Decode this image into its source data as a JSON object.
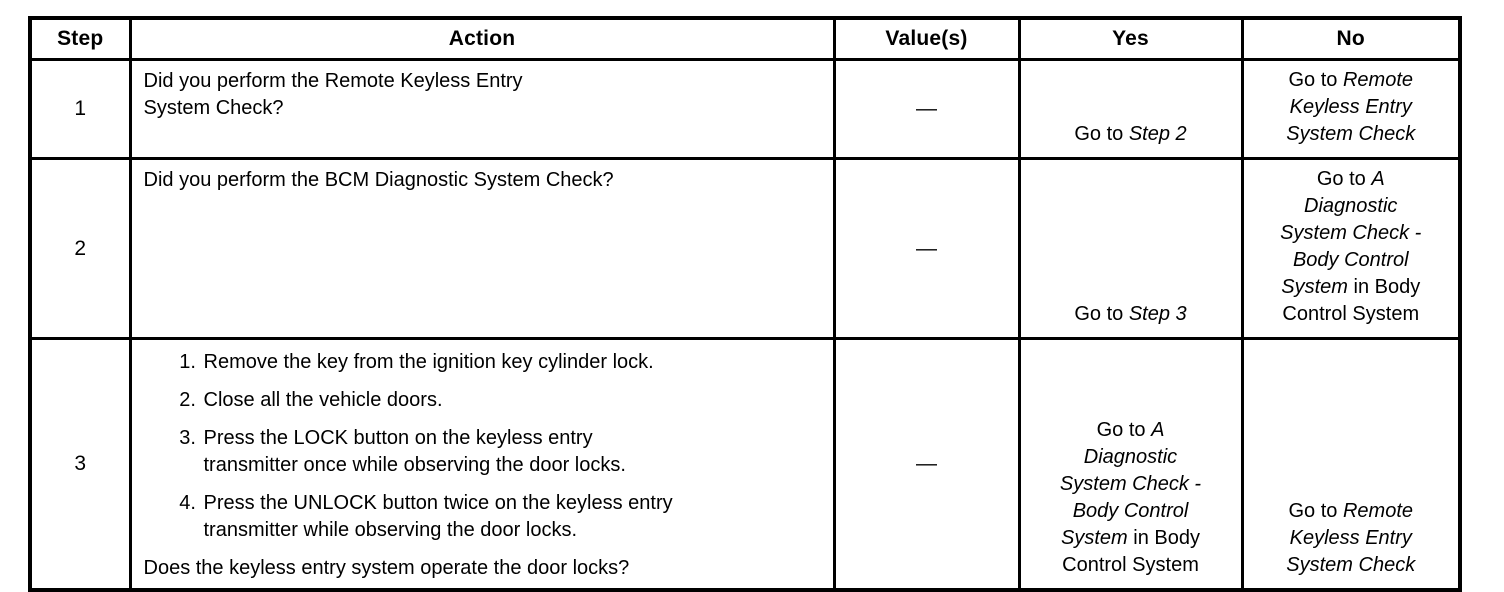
{
  "table": {
    "headers": {
      "step": "Step",
      "action": "Action",
      "values": "Value(s)",
      "yes": "Yes",
      "no": "No"
    },
    "rows": [
      {
        "step": "1",
        "action": "Did you perform the Remote Keyless Entry\nSystem Check?",
        "value": "—",
        "yes": {
          "prefix": "Go to ",
          "italic": "Step 2"
        },
        "no": {
          "prefix": "Go to ",
          "italic": "Remote\nKeyless Entry\nSystem Check"
        }
      },
      {
        "step": "2",
        "action": "Did you perform the BCM Diagnostic System Check?",
        "value": "—",
        "yes": {
          "prefix": "Go to ",
          "italic": "Step 3"
        },
        "no": {
          "prefix": "Go to ",
          "italic": "A\nDiagnostic\nSystem Check -\nBody Control\nSystem",
          "suffix": " in Body\nControl System"
        }
      },
      {
        "step": "3",
        "action_list": [
          "Remove the key from the ignition key cylinder lock.",
          "Close all the vehicle doors.",
          "Press the LOCK button on the keyless entry\ntransmitter once while observing the door locks.",
          "Press the UNLOCK button twice on the keyless entry\ntransmitter while observing the door locks."
        ],
        "action_question": "Does the keyless entry system operate the door locks?",
        "value": "—",
        "yes": {
          "prefix": "Go to ",
          "italic": "A\nDiagnostic\nSystem Check -\nBody Control\nSystem",
          "suffix": " in Body\nControl System"
        },
        "no": {
          "prefix": "Go to ",
          "italic": "Remote\nKeyless Entry\nSystem Check"
        }
      }
    ]
  },
  "colors": {
    "text": "#000000",
    "border": "#000000",
    "background": "#ffffff"
  }
}
